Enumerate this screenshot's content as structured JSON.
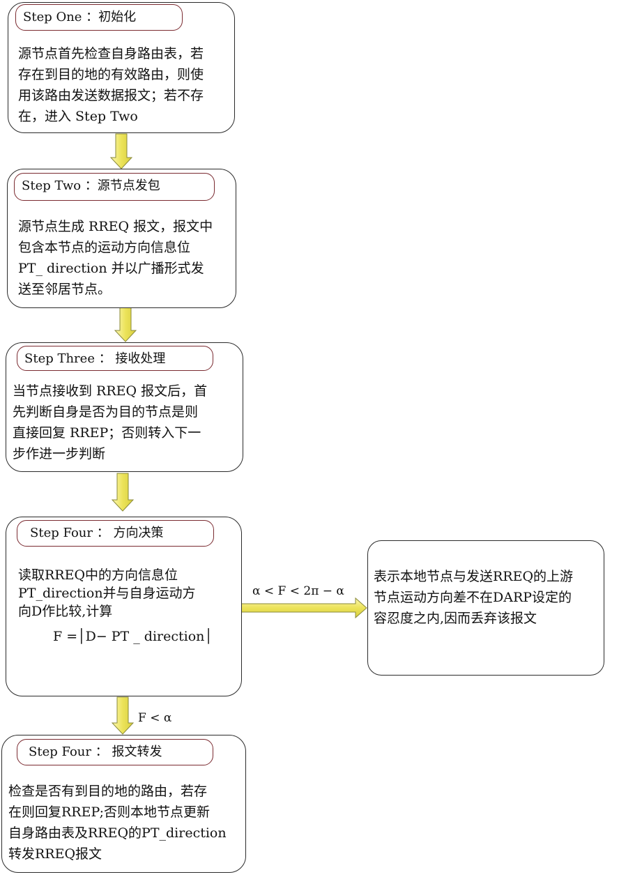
{
  "steps": [
    {
      "header": "Step One ：初始化",
      "lines": [
        "源节点首先检查自身路由表，若",
        "存在到目的地的有效路由，则使",
        "用该路由发送数据报文；若不存",
        "在，进入 Step Two"
      ]
    },
    {
      "header": "Step Two ：源节点发包",
      "lines": [
        "源节点生成 RREQ 报文，报文中",
        "包含本节点的运动方向信息位",
        "PT_   direction 并以广播形式发",
        "送至邻居节点。"
      ]
    },
    {
      "header": "Step Three ： 接收处理",
      "lines": [
        "当节点接收到 RREQ 报文后，首",
        "先判断自身是否为目的节点是则",
        "直接回复 RREP；否则转入下一",
        "步作进一步判断"
      ]
    },
    {
      "header": "Step Four ： 方向决策",
      "lines": [
        "读取RREQ中的方向信息位",
        "PT_direction并与自身运动方",
        "向D作比较,计算"
      ],
      "formula": "F =│D− PT _ direction│"
    },
    {
      "header": "Step Four     ： 报文转发",
      "lines": [
        "检查是否有到目的地的路由，若存",
        "在则回复RREP;否则本地节点更新",
        "自身路由表及RREQ的PT_direction",
        "转发RREQ报文"
      ]
    }
  ],
  "side_box": {
    "lines": [
      "表示本地节点与发送RREQ的上游",
      "节点运动方向差不在DARP设定的",
      "容忍度之内,因而丢弃该报文"
    ]
  },
  "edge_labels": {
    "discard_condition": "α < F <   2π − α",
    "forward_condition": "F  <  α"
  },
  "colors": {
    "arrow_fill": "#f0ea6a",
    "arrow_stroke": "#8a8a3a",
    "header_border": "#7a2a30",
    "box_border": "#2a2a2a"
  }
}
